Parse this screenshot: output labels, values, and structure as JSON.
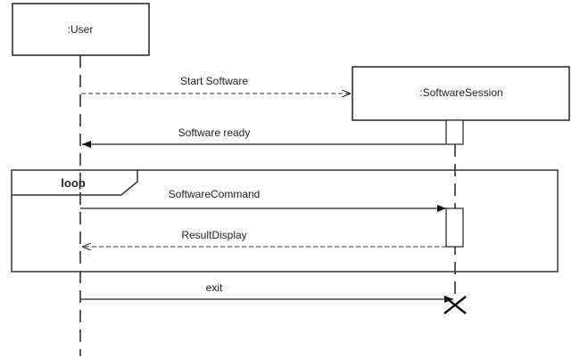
{
  "diagram": {
    "type": "sequence",
    "lifelines": [
      {
        "id": "user",
        "label": ":User"
      },
      {
        "id": "session",
        "label": ":SoftwareSession"
      }
    ],
    "fragment": {
      "operator": "loop"
    },
    "messages": [
      {
        "id": "start",
        "label": "Start Software",
        "from": "user",
        "to": "session",
        "style": "create-dashed"
      },
      {
        "id": "ready",
        "label": "Software ready",
        "from": "session",
        "to": "user",
        "style": "sync"
      },
      {
        "id": "command",
        "label": "SoftwareCommand",
        "from": "user",
        "to": "session",
        "style": "sync"
      },
      {
        "id": "result",
        "label": "ResultDisplay",
        "from": "session",
        "to": "user",
        "style": "return-dashed"
      },
      {
        "id": "exit",
        "label": "exit",
        "from": "user",
        "to": "session",
        "style": "destroy"
      }
    ]
  }
}
